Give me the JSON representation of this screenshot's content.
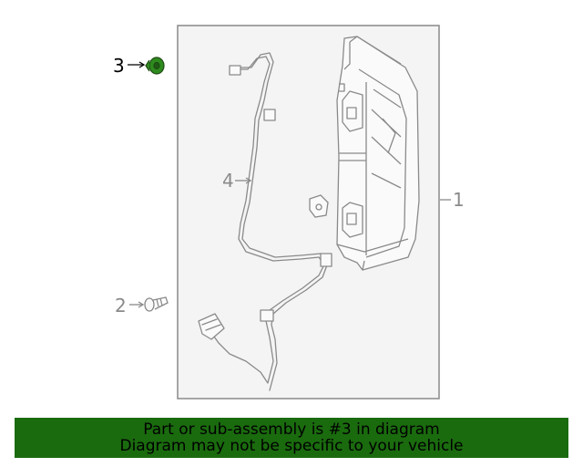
{
  "callouts": {
    "part1": "1",
    "part2": "2",
    "part3": "3",
    "part4": "4"
  },
  "highlighted_part": "3",
  "colors": {
    "line": "#8a8a8a",
    "highlight_text": "#000000",
    "highlight_part": "#2e8b1e",
    "panel_fill": "#f4f4f4",
    "banner_bg": "#1a6b0e"
  },
  "banner": {
    "line1": "Part or sub-assembly is #3 in diagram",
    "line2": "Diagram may not be specific to your vehicle"
  }
}
